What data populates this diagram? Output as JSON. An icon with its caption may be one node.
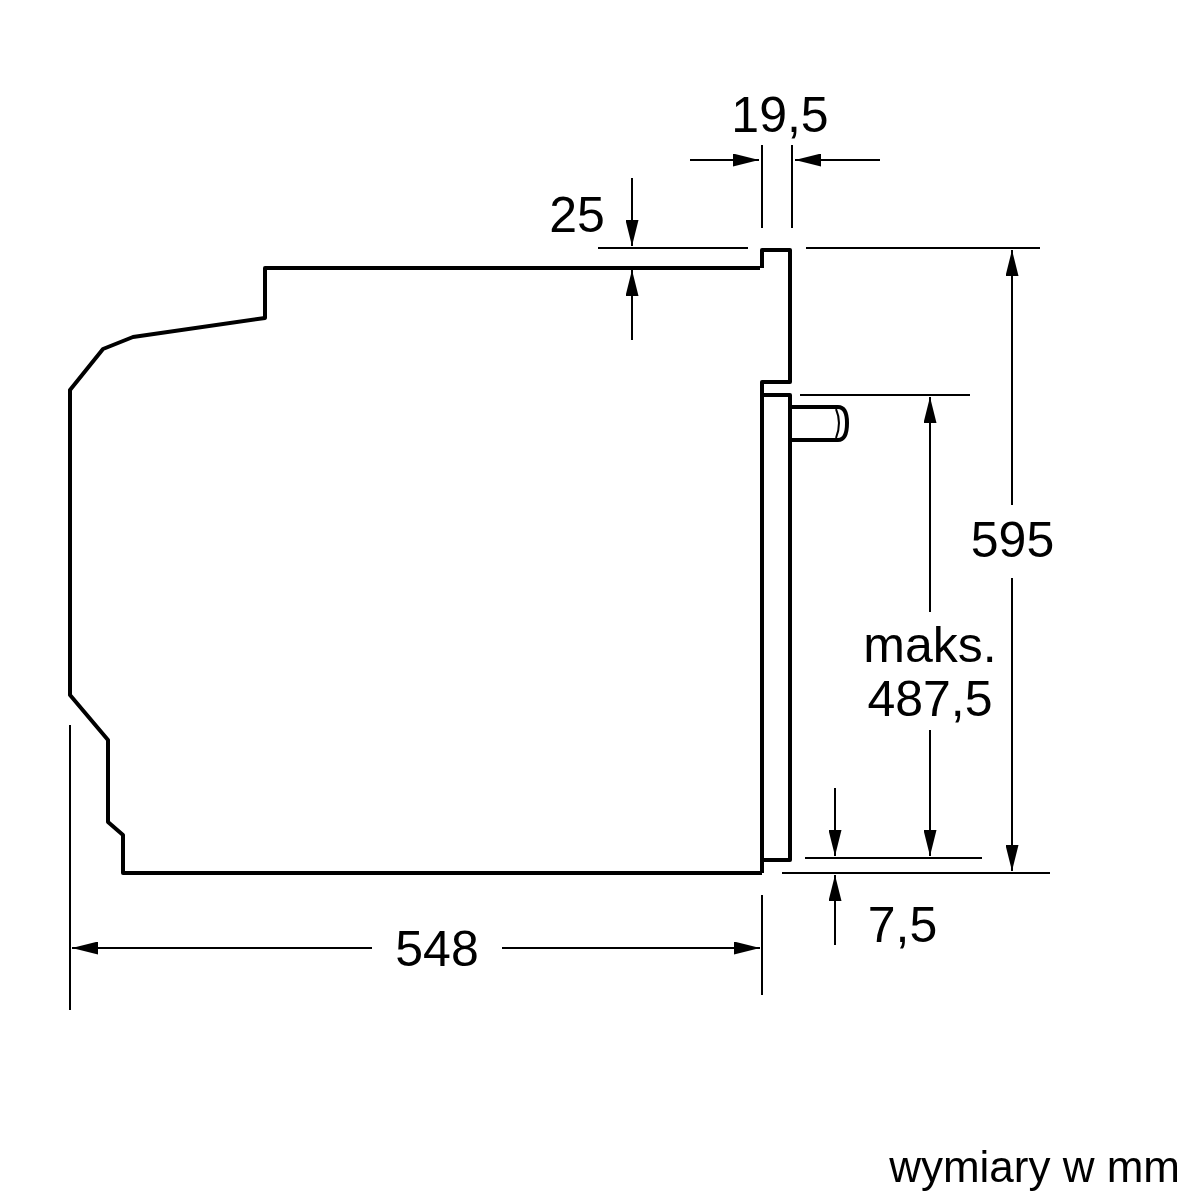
{
  "diagram": {
    "labels": [
      "19,5",
      "25",
      "595",
      "maks. 487,5",
      "548",
      "7,5",
      "wymiary w mm"
    ]
  }
}
